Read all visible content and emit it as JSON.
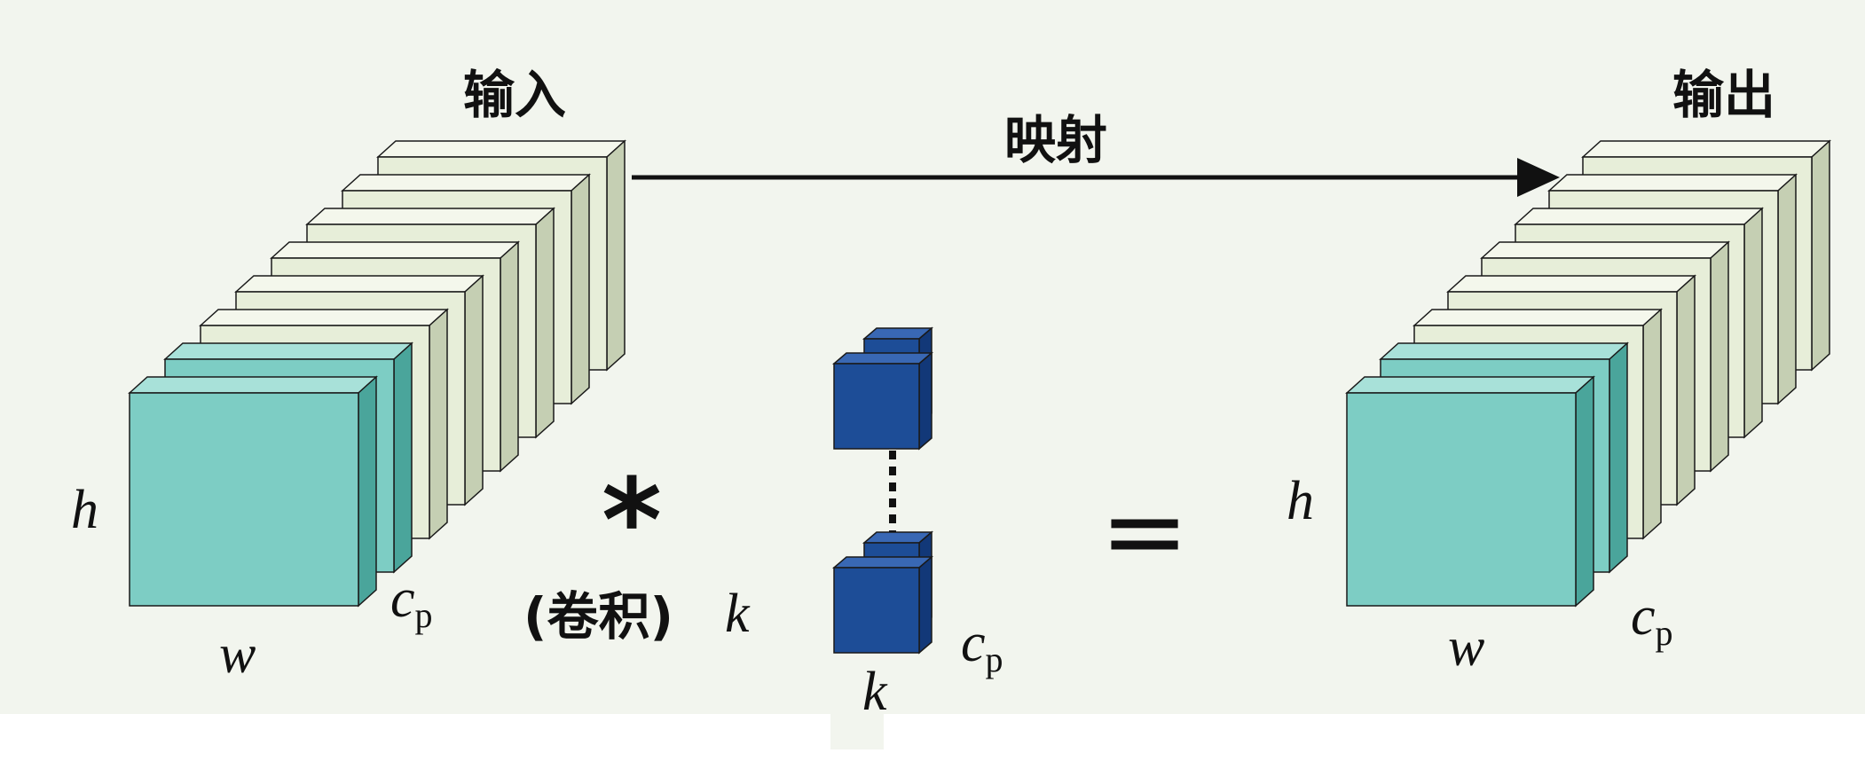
{
  "labels": {
    "input_title": "输入",
    "output_title": "输出",
    "mapping": "映射",
    "conv_symbol": "*",
    "conv_label": "(卷积)",
    "equals": "="
  },
  "dims": {
    "h": "h",
    "w": "w",
    "c": "c",
    "p": "p",
    "k": "k"
  },
  "colors": {
    "background": "#f2f5ee",
    "teal_front": "#7dcdc4",
    "teal_top": "#a8e1d9",
    "teal_side": "#4aa59b",
    "cream_front": "#e7eed9",
    "cream_top": "#f4f7ec",
    "cream_side": "#c5cfb3",
    "kernel_front": "#1d4d97",
    "kernel_top": "#3968b4",
    "kernel_side": "#123878",
    "line": "#111111"
  }
}
